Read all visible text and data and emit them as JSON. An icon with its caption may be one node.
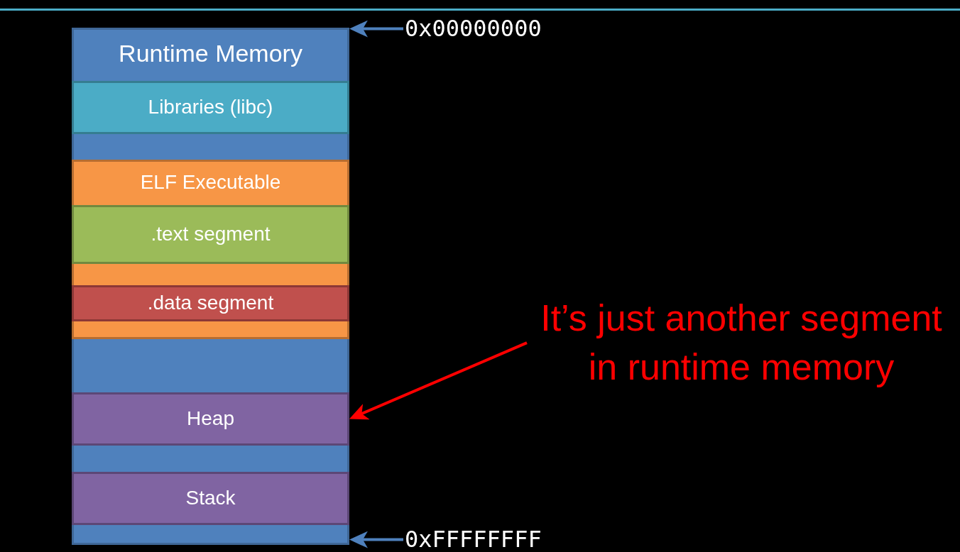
{
  "diagram": {
    "nodes": [
      {
        "text": [
          "Runtime Memory"
        ]
      },
      {
        "text": [
          "Libraries (libc)"
        ],
        "in": 0
      },
      {
        "text": [
          "ELF Executable"
        ],
        "in": 0
      },
      {
        "text": [
          ".text segment"
        ],
        "in": 2
      },
      {
        "text": [
          ".data segment"
        ],
        "in": 2
      },
      {
        "text": [
          "Heap"
        ],
        "in": 0
      },
      {
        "text": [
          "Stack"
        ],
        "in": 0
      },
      {
        "text": [
          "0x00000000"
        ]
      },
      {
        "text": [
          "0xFFFFFFFF"
        ]
      },
      {
        "text": [
          "It’s just another segment in runtime memory"
        ]
      }
    ],
    "edges": [
      {
        "from": 7,
        "to": 0,
        "arrow": "to"
      },
      {
        "from": 8,
        "to": 0,
        "arrow": "to"
      },
      {
        "from": 9,
        "to": 5,
        "arrow": "to",
        "color": "#ff0000"
      }
    ]
  }
}
